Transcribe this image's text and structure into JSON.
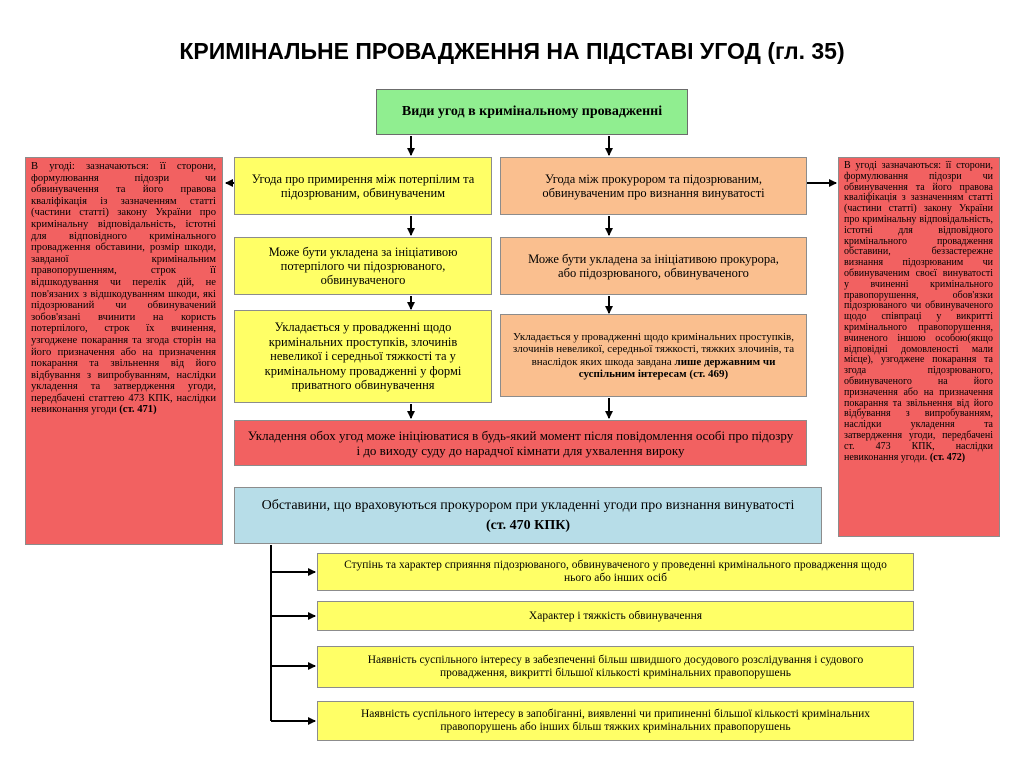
{
  "title": "КРИМІНАЛЬНЕ ПРОВАДЖЕННЯ НА ПІДСТАВІ УГОД (гл. 35)",
  "top_box": "Види угод в кримінальному провадженні",
  "left_column": {
    "agreement": "Угода про примирення між потерпілим та підозрюваним, обвинуваченим",
    "initiative": "Може бути укладена за ініціативою потерпілого чи підозрюваного, обвинуваченого",
    "scope": "Укладається у провадженні щодо кримінальних проступків, злочинів невеликої і середньої тяжкості та у кримінальному провадженні у формі приватного обвинувачення"
  },
  "right_column": {
    "agreement": "Угода між прокурором та підозрюваним, обвинуваченим про визнання винуватості",
    "initiative": "Може бути укладена за ініціативою прокурора, або підозрюваного, обвинуваченого",
    "scope_text": "Укладається у провадженні щодо кримінальних проступків, злочинів невеликої, середньої тяжкості, тяжких злочинів, та внаслідок яких шкода завдана",
    "scope_emphasis": "лише державним чи суспільним інтересам (ст. 469)"
  },
  "timing_box": "Укладення обох угод може ініціюватися в будь-який момент після повідомлення особі про підозру і до виходу суду до нарадчої кімнати для ухвалення вироку",
  "left_note": {
    "text": "В угоді: зазначаються: її сторони, формулювання підозри чи обвинувачення та його правова кваліфікація із зазначенням статті (частини статті) закону України про кримінальну відповідальність, істотні для відповідного кримінального провадження обставини, розмір шкоди, завданої кримінальним правопорушенням, строк її відшкодування чи перелік дій, не пов'язаних з відшкодуванням шкоди, які підозрюваний чи обвинувачений зобов'язані вчинити на користь потерпілого, строк їх вчинення, узгоджене покарання та згода сторін на його призначення або на призначення покарання та звільнення від його відбування з випробуванням, наслідки укладення та затвердження угоди, передбачені статтею 473 КПК, наслідки невиконання угоди",
    "ref": "(ст. 471)"
  },
  "right_note": {
    "text": "В угоді зазначаються: її сторони, формулювання підозри чи обвинувачення та його правова кваліфікація з зазначенням статті (частини статті) закону України про кримінальну відповідальність, істотні для відповідного кримінального провадження обставини, беззастережне визнання підозрюваним чи обвинуваченим своєї винуватості у вчиненні кримінального правопорушення, обов'язки підозрюваного чи обвинуваченого щодо співпраці у викритті кримінального правопорушення, вчиненого іншою особою(якщо відповідні домовленості мали місце), узгоджене покарання та згода підозрюваного, обвинуваченого на його призначення або на призначення покарання та звільнення від його відбування з випробуванням, наслідки укладення та затвердження угоди, передбачені ст. 473 КПК, наслідки невиконання угоди.",
    "ref": "(ст. 472)"
  },
  "circumstances_box": {
    "text": "Обставини, що враховуються прокурором при укладенні угоди про визнання винуватості",
    "ref": "(ст. 470 КПК)"
  },
  "circumstances": [
    "Ступінь та характер сприяння підозрюваного, обвинуваченого у проведенні кримінального провадження щодо нього або інших осіб",
    "Характер і тяжкість обвинувачення",
    "Наявність суспільного інтересу в забезпеченні більш швидшого досудового розслідування і судового провадження, викритті більшої кількості кримінальних правопорушень",
    "Наявність суспільного інтересу в запобіганні, виявленні чи припиненні більшої кількості кримінальних правопорушень або інших більш тяжких кримінальних правопорушень"
  ],
  "colors": {
    "green": "#90ee90",
    "yellow": "#ffff66",
    "orange": "#fabf8f",
    "red": "#f26161",
    "blue": "#b7dde8"
  }
}
